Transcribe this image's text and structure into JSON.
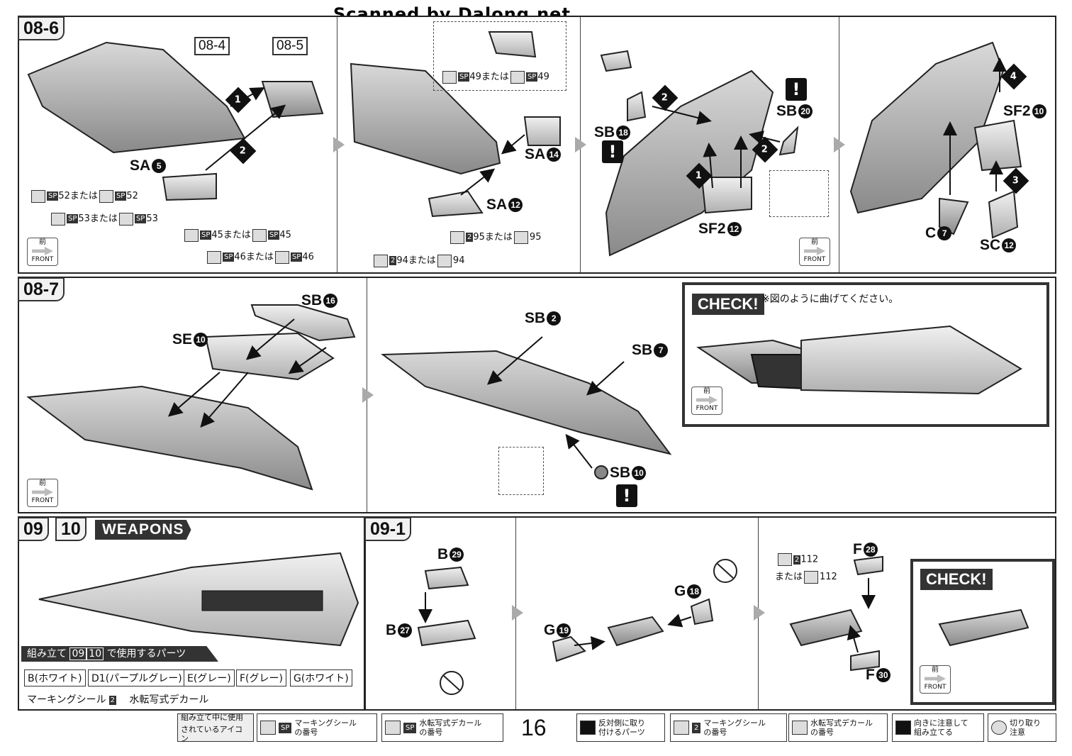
{
  "scan_credit": "Scanned by Dalong.net",
  "steps": {
    "s1": "08-6",
    "s2": "08-7",
    "s3": "09",
    "s3b": "10",
    "s4": "09-1"
  },
  "refs": {
    "r1": "08-4",
    "r2": "08-5"
  },
  "labels": {
    "sa5": "SA",
    "sa5n": "5",
    "sa14": "SA",
    "sa14n": "14",
    "sa12": "SA",
    "sa12n": "12",
    "sb18": "SB",
    "sb18n": "18",
    "sb20": "SB",
    "sb20n": "20",
    "sf212": "SF2",
    "sf212n": "12",
    "sf210": "SF2",
    "sf210n": "10",
    "c7": "C",
    "c7n": "7",
    "sc12": "SC",
    "sc12n": "12",
    "sb16": "SB",
    "sb16n": "16",
    "se10": "SE",
    "se10n": "10",
    "sb2": "SB",
    "sb2n": "2",
    "sb7": "SB",
    "sb7n": "7",
    "sb10": "SB",
    "sb10n": "10",
    "b29": "B",
    "b29n": "29",
    "b27": "B",
    "b27n": "27",
    "g18": "G",
    "g18n": "18",
    "g19": "G",
    "g19n": "19",
    "f28": "F",
    "f28n": "28",
    "f30": "F",
    "f30n": "30"
  },
  "alts": {
    "a1": "52または",
    "a1b": "52",
    "a2": "53または",
    "a2b": "53",
    "a3": "45または",
    "a3b": "45",
    "a4": "46または",
    "a4b": "46",
    "a5": "49または",
    "a5b": "49",
    "a6": "95または",
    "a6b": "95",
    "a7": "94または",
    "a7b": "94",
    "a8": "112",
    "a8or": "または",
    "a8b": "112",
    "sp": "SP",
    "two": "2"
  },
  "order_marks": {
    "one": "1",
    "two": "2",
    "three": "3",
    "four": "4"
  },
  "excl": "!",
  "front": {
    "mae": "前",
    "text": "FRONT"
  },
  "check": {
    "badge": "CHECK!",
    "note": "※図のように曲げてください。"
  },
  "weapons": {
    "title": "WEAPONS",
    "parts_header_pre": "組み立て",
    "parts_header_09": "09",
    "parts_header_10": "10",
    "parts_header_post": "で使用するパーツ",
    "parts": [
      "B(ホワイト)",
      "D1(パープルグレー)",
      "E(グレー)",
      "F(グレー)",
      "G(ホワイト)"
    ],
    "marking": "マーキングシール",
    "marking_n": "2",
    "decal": "水転写式デカール"
  },
  "footer": {
    "legend_title_1": "組み立て中に使用",
    "legend_title_2": "されているアイコン",
    "c1a": "マーキングシール",
    "c1b": "の番号",
    "c2a": "水転写式デカール",
    "c2b": "の番号",
    "page": "16",
    "c3a": "反対側に取り",
    "c3b": "付けるパーツ",
    "c4a": "マーキングシール",
    "c4b": "の番号",
    "c5a": "水転写式デカール",
    "c5b": "の番号",
    "c6a": "向きに注意して",
    "c6b": "組み立てる",
    "c7a": "切り取り",
    "c7b": "注意"
  }
}
